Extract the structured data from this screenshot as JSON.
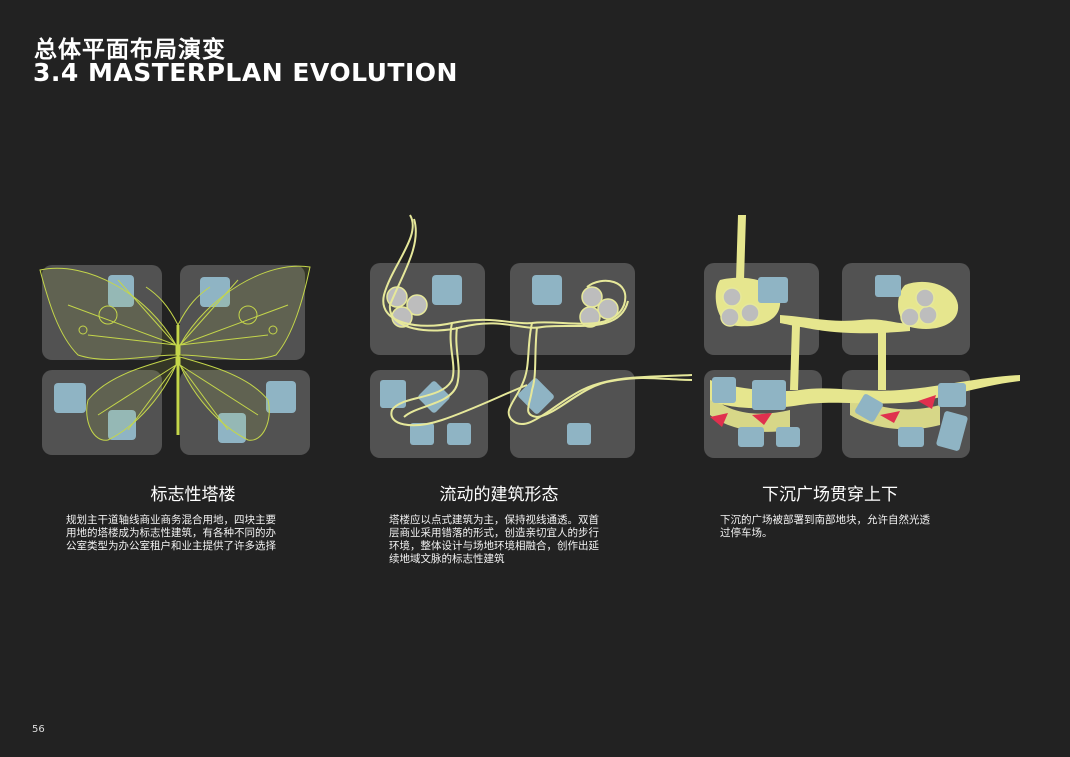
{
  "header": {
    "title_zh": "总体平面布局演变",
    "title_en": "3.4 MASTERPLAN EVOLUTION"
  },
  "panels": [
    {
      "heading": "标志性塔楼",
      "desc_lines": [
        "规划主干道轴线商业商务混合用地，四块主要",
        "用地的塔楼成为标志性建筑，有各种不同的办",
        "公室类型为办公室租户和业主提供了许多选择"
      ]
    },
    {
      "heading": "流动的建筑形态",
      "desc_lines": [
        "塔楼应以点式建筑为主，保持视线通透。双首",
        "层商业采用错落的形式，创造亲切宜人的步行",
        "环境，整体设计与场地环境相融合，创作出延",
        "续地域文脉的标志性建筑"
      ]
    },
    {
      "heading": "下沉广场贯穿上下",
      "desc_lines": [
        "下沉的广场被部署到南部地块，允许自然光透",
        "过停车场。"
      ]
    }
  ],
  "page_number": "56",
  "colors": {
    "background": "#222222",
    "block": "#5a5a5a",
    "building": "#8fb4c4",
    "flow_line": "#e6e89a",
    "plaza": "#e6e68e",
    "sunken_accent": "#e0304e",
    "butterfly": "#c4d64a"
  }
}
